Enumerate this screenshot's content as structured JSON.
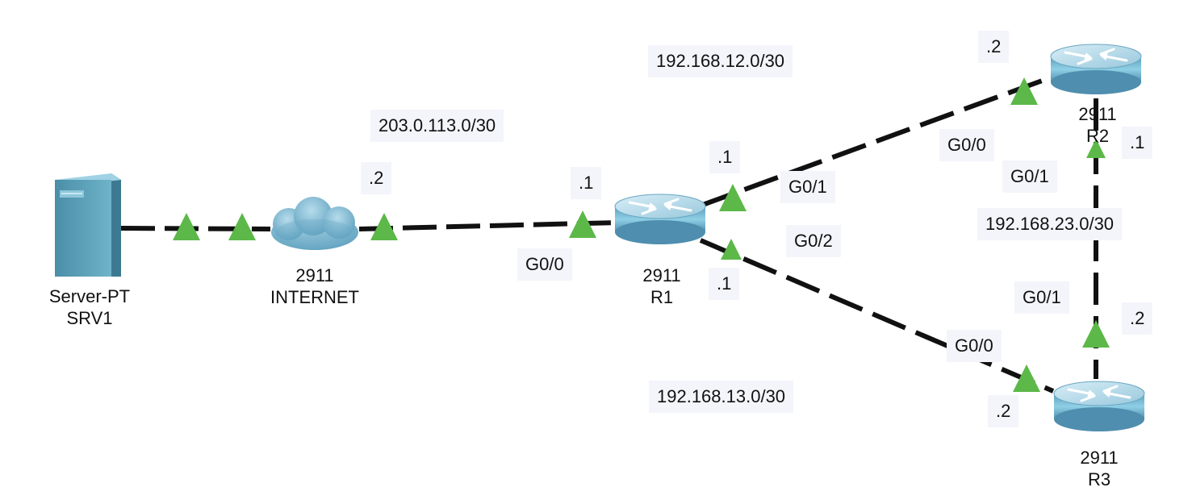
{
  "devices": [
    {
      "id": "srv1",
      "model": "Server-PT",
      "name": "SRV1"
    },
    {
      "id": "inet",
      "model": "2911",
      "name": "INTERNET"
    },
    {
      "id": "r1",
      "model": "2911",
      "name": "R1"
    },
    {
      "id": "r2",
      "model": "2911",
      "name": "R2"
    },
    {
      "id": "r3",
      "model": "2911",
      "name": "R3"
    }
  ],
  "networks": {
    "n_203": "203.0.113.0/30",
    "n_12": "192.168.12.0/30",
    "n_13": "192.168.13.0/30",
    "n_23": "192.168.23.0/30"
  },
  "interfaces": {
    "inet_host": ".2",
    "r1_g00_host": ".1",
    "r1_g00": "G0/0",
    "r1_g01_host": ".1",
    "r1_g01": "G0/1",
    "r1_g02": "G0/2",
    "r1_g02_host": ".1",
    "r2_g00_host": ".2",
    "r2_g00": "G0/0",
    "r2_g01": "G0/1",
    "r2_g01_host": ".1",
    "r3_g01": "G0/1",
    "r3_g01_host": ".2",
    "r3_g00": "G0/0",
    "r3_g00_host": ".2"
  },
  "colors": {
    "link": "#111111",
    "link_up": "#5cb849",
    "router_body": "#7fbcd4",
    "label_bg": "#f4f5fb"
  }
}
